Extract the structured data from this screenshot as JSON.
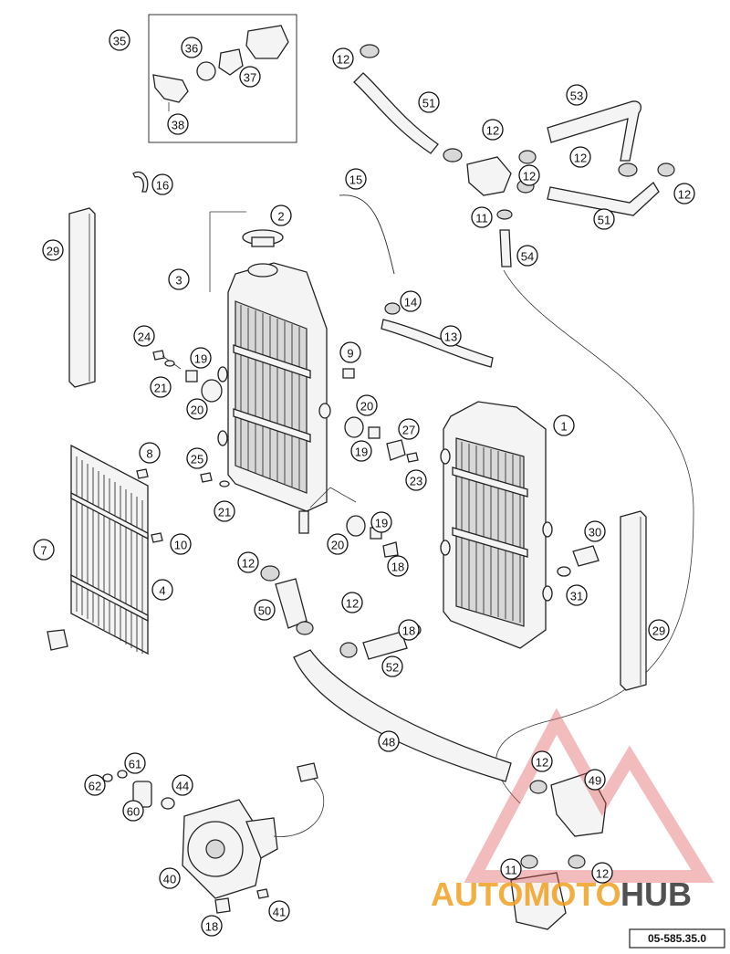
{
  "diagram": {
    "reference_code": "05-585.35.0",
    "watermark": {
      "part1": "AUTOMOTO",
      "part2": "HUB",
      "color_orange": "#f0a020",
      "color_dark": "#333333",
      "color_red": "#e05050"
    },
    "callouts": [
      {
        "n": "35"
      },
      {
        "n": "36"
      },
      {
        "n": "37"
      },
      {
        "n": "38"
      },
      {
        "n": "12"
      },
      {
        "n": "51"
      },
      {
        "n": "53"
      },
      {
        "n": "12"
      },
      {
        "n": "12"
      },
      {
        "n": "12"
      },
      {
        "n": "51"
      },
      {
        "n": "12"
      },
      {
        "n": "16"
      },
      {
        "n": "15"
      },
      {
        "n": "11"
      },
      {
        "n": "54"
      },
      {
        "n": "2"
      },
      {
        "n": "29"
      },
      {
        "n": "3"
      },
      {
        "n": "14"
      },
      {
        "n": "13"
      },
      {
        "n": "24"
      },
      {
        "n": "19"
      },
      {
        "n": "21"
      },
      {
        "n": "20"
      },
      {
        "n": "9"
      },
      {
        "n": "20"
      },
      {
        "n": "27"
      },
      {
        "n": "19"
      },
      {
        "n": "23"
      },
      {
        "n": "1"
      },
      {
        "n": "8"
      },
      {
        "n": "25"
      },
      {
        "n": "21"
      },
      {
        "n": "10"
      },
      {
        "n": "19"
      },
      {
        "n": "20"
      },
      {
        "n": "18"
      },
      {
        "n": "7"
      },
      {
        "n": "4"
      },
      {
        "n": "12"
      },
      {
        "n": "30"
      },
      {
        "n": "31"
      },
      {
        "n": "50"
      },
      {
        "n": "12"
      },
      {
        "n": "18"
      },
      {
        "n": "52"
      },
      {
        "n": "29"
      },
      {
        "n": "48"
      },
      {
        "n": "61"
      },
      {
        "n": "44"
      },
      {
        "n": "62"
      },
      {
        "n": "60"
      },
      {
        "n": "12"
      },
      {
        "n": "49"
      },
      {
        "n": "40"
      },
      {
        "n": "11"
      },
      {
        "n": "12"
      },
      {
        "n": "41"
      },
      {
        "n": "18"
      }
    ]
  }
}
